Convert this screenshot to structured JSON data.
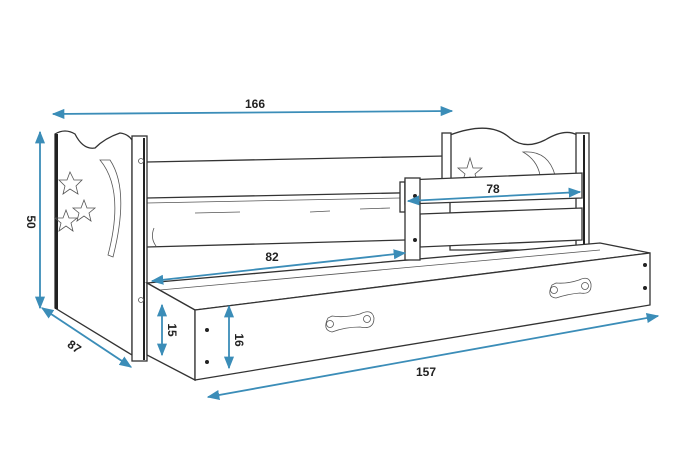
{
  "title": "Bed with drawer dimensions",
  "dimension_color": "#3b8db8",
  "dimensions": {
    "total_length": "166",
    "height": "50",
    "depth": "87",
    "mattress_width": "82",
    "guard_rail_length": "78",
    "drawer_side_height": "15",
    "drawer_front_height": "16",
    "drawer_length": "157"
  }
}
